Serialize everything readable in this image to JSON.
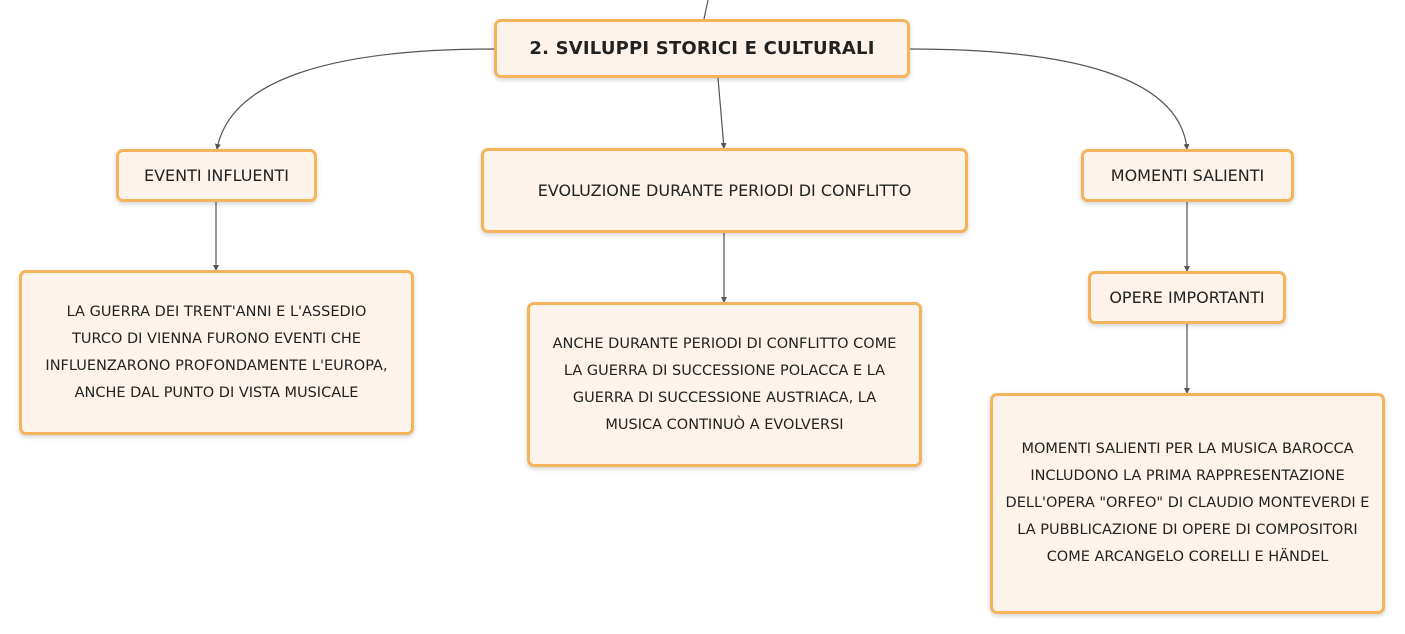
{
  "mindmap": {
    "root": {
      "label": "2. SVILUPPI STORICI E CULTURALI"
    },
    "branches": [
      {
        "label": "EVENTI INFLUENTI",
        "children": [
          {
            "label": "LA GUERRA DEI TRENT'ANNI E L'ASSEDIO TURCO DI VIENNA FURONO EVENTI CHE INFLUENZARONO PROFONDAMENTE L'EUROPA, ANCHE DAL PUNTO DI VISTA MUSICALE"
          }
        ]
      },
      {
        "label": "EVOLUZIONE DURANTE PERIODI DI CONFLITTO",
        "children": [
          {
            "label": "ANCHE DURANTE PERIODI DI CONFLITTO COME LA GUERRA DI SUCCESSIONE POLACCA E LA GUERRA DI SUCCESSIONE AUSTRIACA, LA MUSICA CONTINUÒ A EVOLVERSI"
          }
        ]
      },
      {
        "label": "MOMENTI SALIENTI",
        "children": [
          {
            "label": "OPERE IMPORTANTI",
            "children": [
              {
                "label": "MOMENTI SALIENTI PER LA MUSICA BAROCCA INCLUDONO LA PRIMA RAPPRESENTAZIONE DELL'OPERA \"ORFEO\" DI CLAUDIO MONTEVERDI E LA PUBBLICAZIONE DI OPERE DI COMPOSITORI COME ARCANGELO CORELLI E HÄNDEL"
              }
            ]
          }
        ]
      }
    ]
  },
  "colors": {
    "node_border": "#f5b45c",
    "node_fill": "#fdf3ea",
    "connector": "#555555",
    "text": "#222222"
  }
}
